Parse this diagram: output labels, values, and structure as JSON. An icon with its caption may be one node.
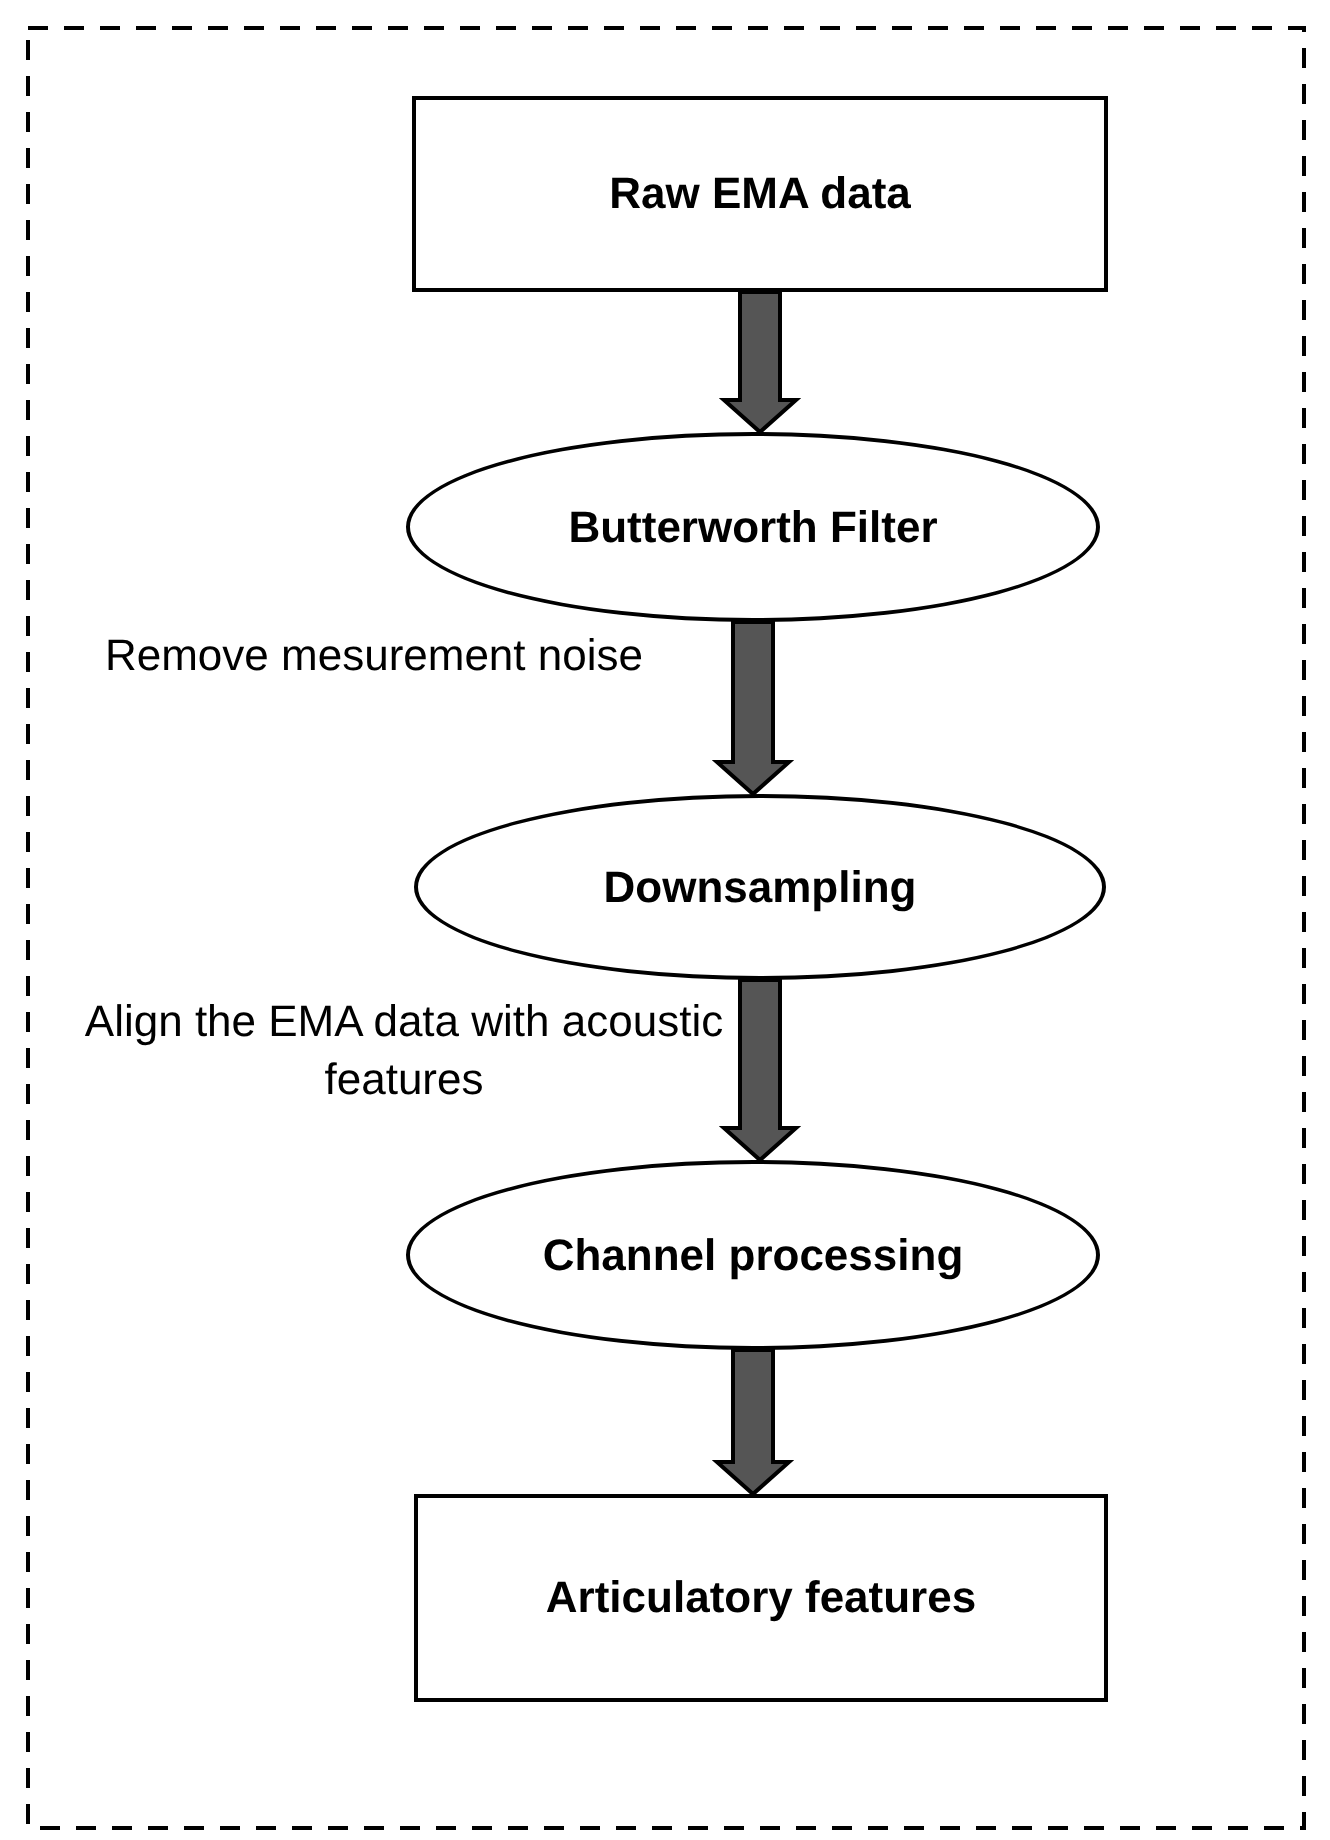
{
  "diagram": {
    "nodes": [
      {
        "text": [
          "Raw EMA data"
        ]
      },
      {
        "text": [
          "Butterworth Filter"
        ]
      },
      {
        "text": [
          "Downsampling"
        ]
      },
      {
        "text": [
          "Channel processing"
        ]
      },
      {
        "text": [
          "Articulatory features"
        ]
      }
    ],
    "edges": [
      {
        "from": 0,
        "to": 1,
        "arrow": "to"
      },
      {
        "from": 1,
        "to": 2,
        "arrow": "to",
        "label": "Remove mesurement noise"
      },
      {
        "from": 2,
        "to": 3,
        "arrow": "to",
        "label": "Align the EMA data with acoustic features"
      },
      {
        "from": 3,
        "to": 4,
        "arrow": "to"
      }
    ]
  }
}
